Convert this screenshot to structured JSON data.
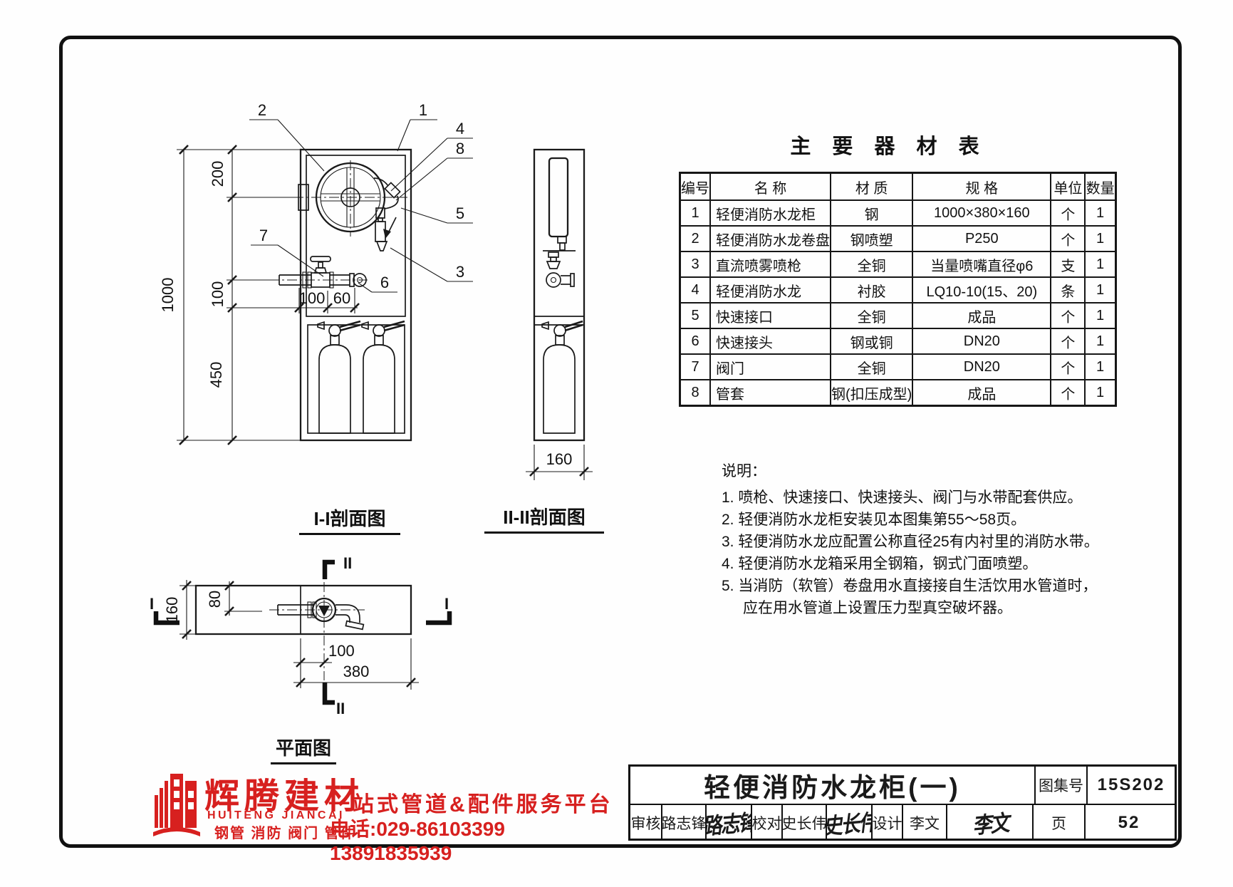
{
  "equipment_table": {
    "title": "主 要 器 材 表",
    "headers": {
      "no": "编号",
      "name": "名  称",
      "material": "材  质",
      "spec": "规  格",
      "unit": "单位",
      "qty": "数量"
    },
    "rows": [
      {
        "no": "1",
        "name": "轻便消防水龙柜",
        "material": "钢",
        "spec": "1000×380×160",
        "unit": "个",
        "qty": "1"
      },
      {
        "no": "2",
        "name": "轻便消防水龙卷盘",
        "material": "钢喷塑",
        "spec": "P250",
        "unit": "个",
        "qty": "1"
      },
      {
        "no": "3",
        "name": "直流喷雾喷枪",
        "material": "全铜",
        "spec": "当量喷嘴直径φ6",
        "unit": "支",
        "qty": "1"
      },
      {
        "no": "4",
        "name": "轻便消防水龙",
        "material": "衬胶",
        "spec": "LQ10-10(15、20)",
        "unit": "条",
        "qty": "1"
      },
      {
        "no": "5",
        "name": "快速接口",
        "material": "全铜",
        "spec": "成品",
        "unit": "个",
        "qty": "1"
      },
      {
        "no": "6",
        "name": "快速接头",
        "material": "钢或铜",
        "spec": "DN20",
        "unit": "个",
        "qty": "1"
      },
      {
        "no": "7",
        "name": "阀门",
        "material": "全铜",
        "spec": "DN20",
        "unit": "个",
        "qty": "1"
      },
      {
        "no": "8",
        "name": "管套",
        "material": "钢(扣压成型)",
        "spec": "成品",
        "unit": "个",
        "qty": "1"
      }
    ]
  },
  "notes": {
    "title": "说明：",
    "lines": [
      "1. 喷枪、快速接口、快速接头、阀门与水带配套供应。",
      "2. 轻便消防水龙柜安装见本图集第55～58页。",
      "3. 轻便消防水龙应配置公称直径25有内衬里的消防水带。",
      "4. 轻便消防水龙箱采用全钢箱，钢式门面喷塑。",
      "5. 当消防（软管）卷盘用水直接接自生活饮用水管道时，",
      "应在用水管道上设置压力型真空破坏器。"
    ]
  },
  "drawings": {
    "front": {
      "label": "I-I剖面图",
      "dims": {
        "h200": "200",
        "h1000": "1000",
        "h100": "100",
        "h450": "450",
        "w100": "100",
        "w60": "60"
      },
      "callouts": {
        "c1": "1",
        "c2": "2",
        "c3": "3",
        "c4": "4",
        "c5": "5",
        "c6": "6",
        "c7": "7",
        "c8": "8"
      }
    },
    "side": {
      "label": "II-II剖面图",
      "dims": {
        "w160": "160"
      }
    },
    "plan": {
      "label": "平面图",
      "dims": {
        "d160": "160",
        "d80": "80",
        "d100": "100",
        "d380": "380"
      },
      "markers": {
        "i": "I",
        "ii": "II"
      }
    }
  },
  "logo": {
    "name": "辉腾建材",
    "name_en": "HUITENG JIANCAI",
    "products": "钢管 消防 阀门 管件",
    "slogan": "一站式管道&配件服务平台",
    "phone": "电话:029-86103399 13891835939",
    "color": "#d7201f"
  },
  "title_block": {
    "drawing_title": "轻便消防水龙柜(一)",
    "atlas_label": "图集号",
    "atlas_no": "15S202",
    "page_label": "页",
    "page_no": "52",
    "reviewer_label": "审核",
    "reviewer": "路志锋",
    "reviewer_sig": "路志锋",
    "checker_label": "校对",
    "checker": "史长伟",
    "checker_sig": "史长伟",
    "designer_label": "设计",
    "designer": "李文",
    "designer_sig": "李文"
  }
}
